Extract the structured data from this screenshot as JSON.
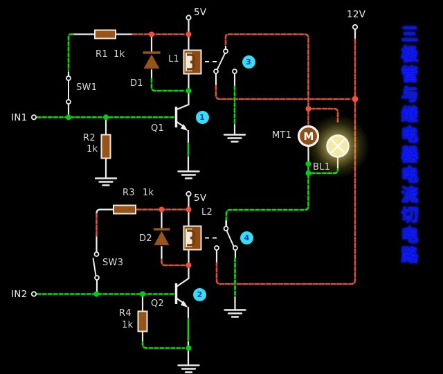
{
  "title": {
    "text": "三极管与继电器电流切电路"
  },
  "terminals": {
    "in1": "IN1",
    "in2": "IN2",
    "v5_top": "5V",
    "v5_bottom": "5V",
    "v12": "12V"
  },
  "components": {
    "r1": {
      "name": "R1",
      "value": "1k"
    },
    "r2": {
      "name": "R2",
      "value": "1k"
    },
    "r3": {
      "name": "R3",
      "value": "1k"
    },
    "r4": {
      "name": "R4",
      "value": "1k"
    },
    "d1": {
      "name": "D1"
    },
    "d2": {
      "name": "D2"
    },
    "l1": {
      "name": "L1"
    },
    "l2": {
      "name": "L2"
    },
    "sw1": {
      "name": "SW1",
      "state": "closed"
    },
    "sw3": {
      "name": "SW3",
      "state": "open"
    },
    "q1": {
      "name": "Q1"
    },
    "q2": {
      "name": "Q2"
    },
    "mt1": {
      "name": "MT1",
      "letter": "M"
    },
    "bl1": {
      "name": "BL1"
    }
  },
  "badges": {
    "b1": "1",
    "b2": "2",
    "b3": "3",
    "b4": "4"
  },
  "colors": {
    "background": "#000000",
    "wire_white": "#ededed",
    "wire_green": "#0ad80a",
    "wire_green_dark": "#0d3a0b",
    "wire_red": "#d4523c",
    "wire_red_dark": "#4d0e03",
    "junction_red": "#f0503c",
    "junction_green": "#00cc11",
    "component_brown": "#96541a",
    "badge_bg": "#3adcf2",
    "badge_text": "#1d3bc4",
    "title_blue": "#0a10f8",
    "lamp_glow": "#f3e47e"
  }
}
